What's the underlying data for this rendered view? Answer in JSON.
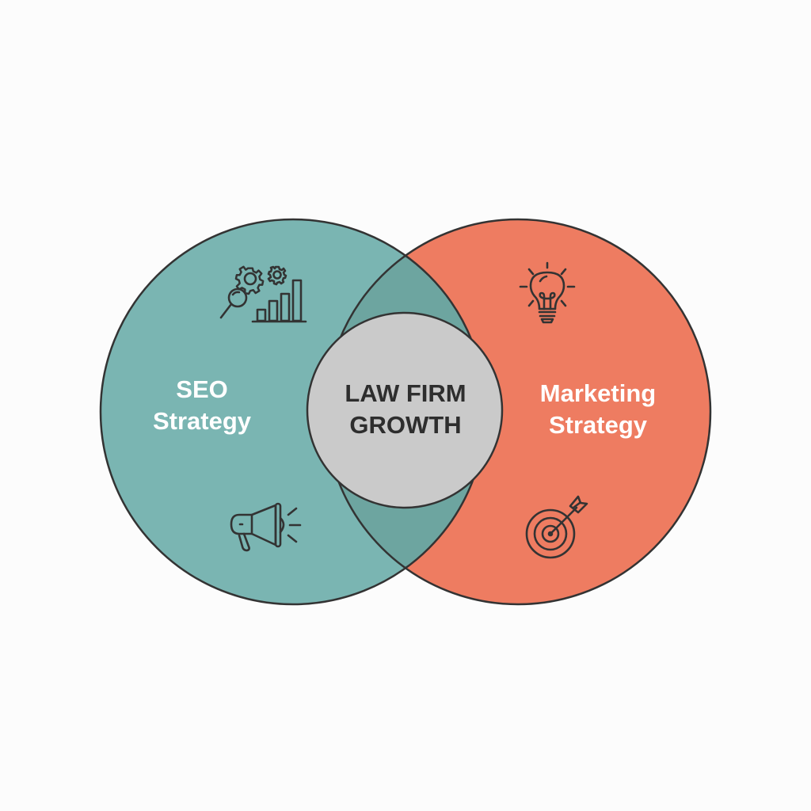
{
  "diagram": {
    "type": "venn",
    "colors": {
      "background": "#fcfcfc",
      "left_fill": "#7ab5b2",
      "right_fill": "#ee7c61",
      "overlap_fill": "#6da5a0",
      "center_fill": "#cacaca",
      "stroke": "#333333",
      "label_light": "#ffffff",
      "label_dark": "#2e2e2e"
    },
    "left_set": {
      "line1": "SEO",
      "line2": "Strategy",
      "icons": [
        "gears-magnifier-bar-chart-icon",
        "megaphone-icon"
      ]
    },
    "right_set": {
      "line1": "Marketing",
      "line2": "Strategy",
      "icons": [
        "lightbulb-icon",
        "target-arrow-icon"
      ]
    },
    "intersection": {
      "line1": "LAW FIRM",
      "line2": "GROWTH"
    }
  }
}
